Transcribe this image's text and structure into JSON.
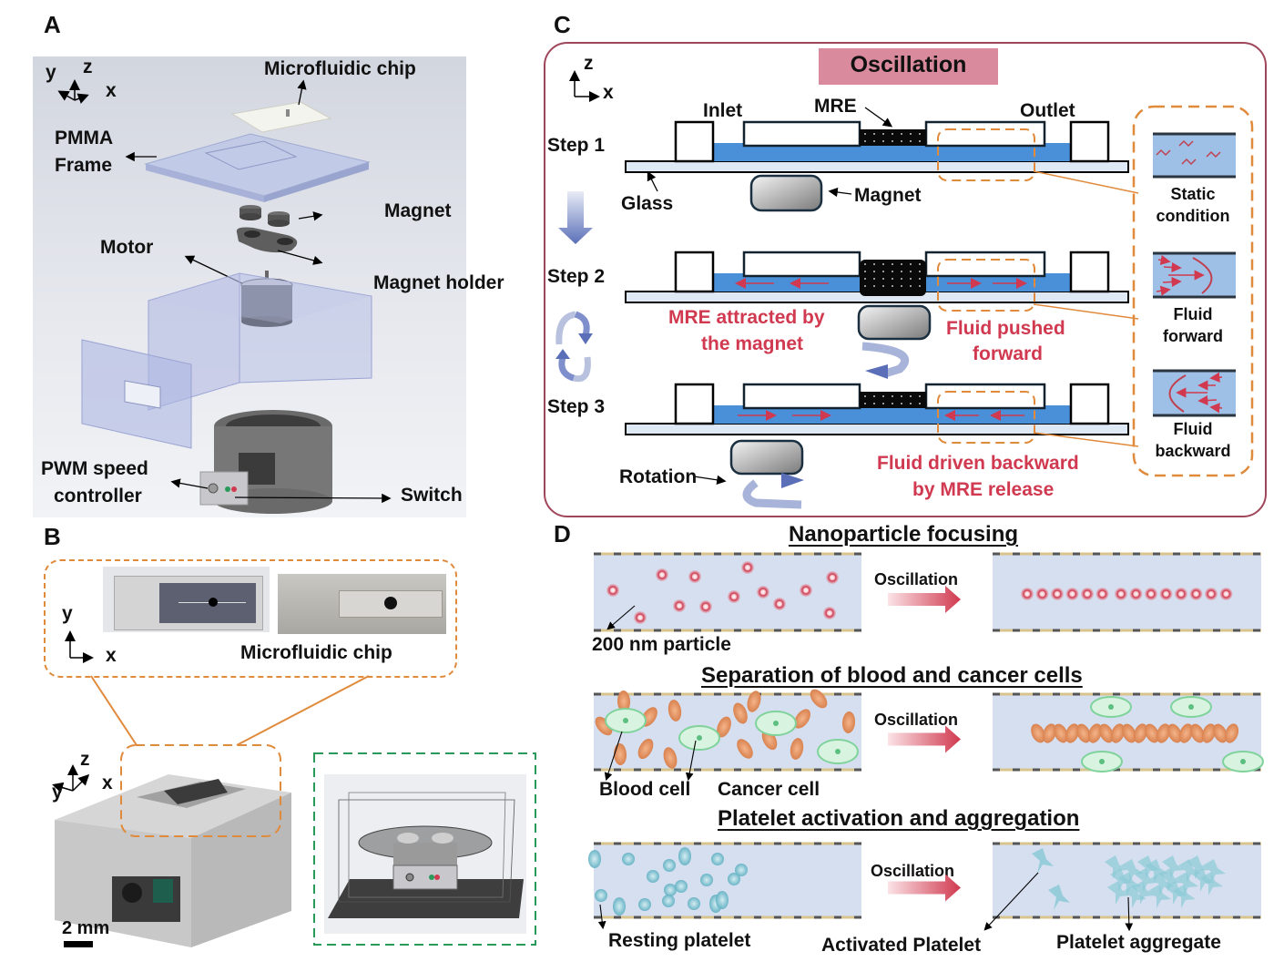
{
  "figure": {
    "panels": {
      "A": {
        "letter": "A",
        "axes": {
          "y": "y",
          "z": "z",
          "x": "x"
        },
        "labels": {
          "microfluidic_chip": "Microfluidic chip",
          "pmma_frame_1": "PMMA",
          "pmma_frame_2": "Frame",
          "magnet": "Magnet",
          "motor": "Motor",
          "magnet_holder": "Magnet holder",
          "pwm_1": "PWM speed",
          "pwm_2": "controller",
          "switch": "Switch"
        }
      },
      "B": {
        "letter": "B",
        "axes_top": {
          "y": "y",
          "x": "x"
        },
        "axes_bottom": {
          "z": "z",
          "y": "y",
          "x": "x"
        },
        "chip_label": "Microfluidic chip",
        "scale_bar": "2 mm"
      },
      "C": {
        "letter": "C",
        "title": "Oscillation",
        "axes": {
          "z": "z",
          "x": "x"
        },
        "labels": {
          "inlet": "Inlet",
          "mre": "MRE",
          "outlet": "Outlet",
          "glass": "Glass",
          "magnet": "Magnet",
          "rotation": "Rotation"
        },
        "steps": [
          "Step 1",
          "Step 2",
          "Step 3"
        ],
        "annotations": {
          "mre_attracted_1": "MRE attracted by",
          "mre_attracted_2": "the magnet",
          "fluid_pushed_1": "Fluid pushed",
          "fluid_pushed_2": "forward",
          "fluid_back_1": "Fluid driven backward",
          "fluid_back_2": "by MRE release"
        },
        "conditions": [
          {
            "line1": "Static",
            "line2": "condition"
          },
          {
            "line1": "Fluid",
            "line2": "forward"
          },
          {
            "line1": "Fluid",
            "line2": "backward"
          }
        ]
      },
      "D": {
        "letter": "D",
        "rows": [
          {
            "title": "Nanoparticle focusing",
            "arrow_label": "Oscillation",
            "labels": [
              "200 nm particle"
            ]
          },
          {
            "title": "Separation of blood and cancer cells",
            "arrow_label": "Oscillation",
            "labels": [
              "Blood cell",
              "Cancer cell"
            ]
          },
          {
            "title": "Platelet activation and aggregation",
            "arrow_label": "Oscillation",
            "labels": [
              "Resting platelet",
              "Activated Platelet",
              "Platelet aggregate"
            ]
          }
        ]
      }
    },
    "colors": {
      "oscillation_box": "#d98a9c",
      "panel_c_border": "#a0465a",
      "fluid": "#4a90d9",
      "glass": "#dfe9f5",
      "orange_dash": "#e08a3c",
      "green_dash": "#2a9a5a",
      "annotation_red": "#d0394f",
      "channel_bg": "#d5dff0"
    }
  }
}
